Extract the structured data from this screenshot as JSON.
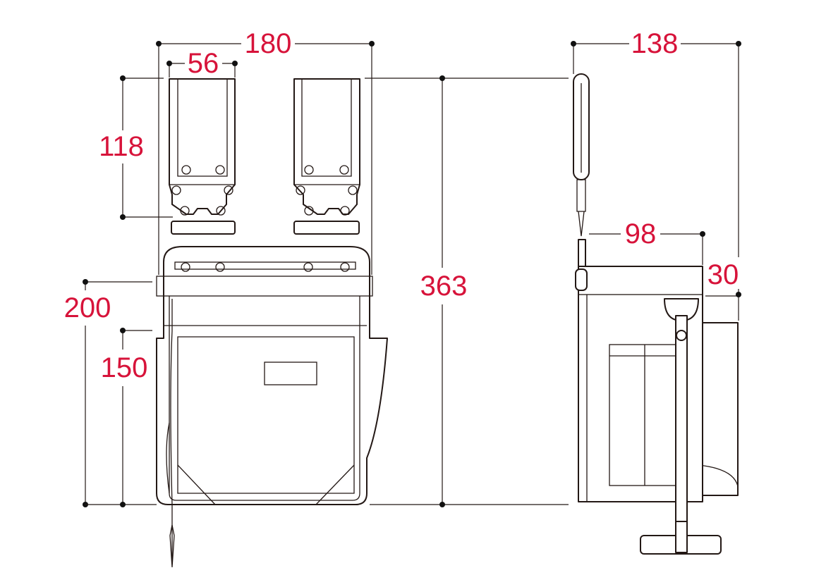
{
  "diagram": {
    "dimension_color": "#d7133a",
    "front_view": {
      "overall_width": "180",
      "loop_width": "56",
      "loop_height": "118",
      "overall_height": "363",
      "body_height": "200",
      "pocket_height": "150"
    },
    "side_view": {
      "overall_depth": "138",
      "body_depth": "98",
      "top_offset": "30"
    }
  }
}
